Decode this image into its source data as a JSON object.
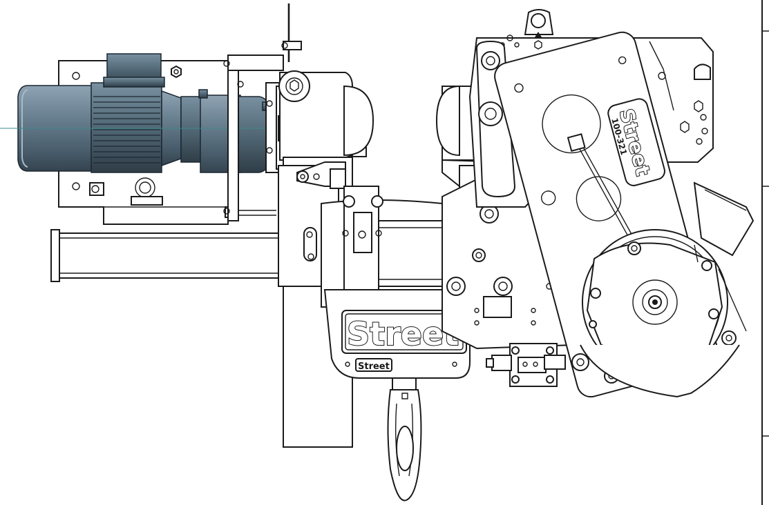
{
  "logos": {
    "carriage_brand": "Street",
    "nameplate_brand": "Street",
    "gearbox_brand": "Street",
    "gearbox_model": "100-321"
  },
  "colors": {
    "motor": "#5d7486",
    "motor_dark": "#3f5261",
    "line": "#1a1a1a",
    "background": "#ffffff"
  }
}
